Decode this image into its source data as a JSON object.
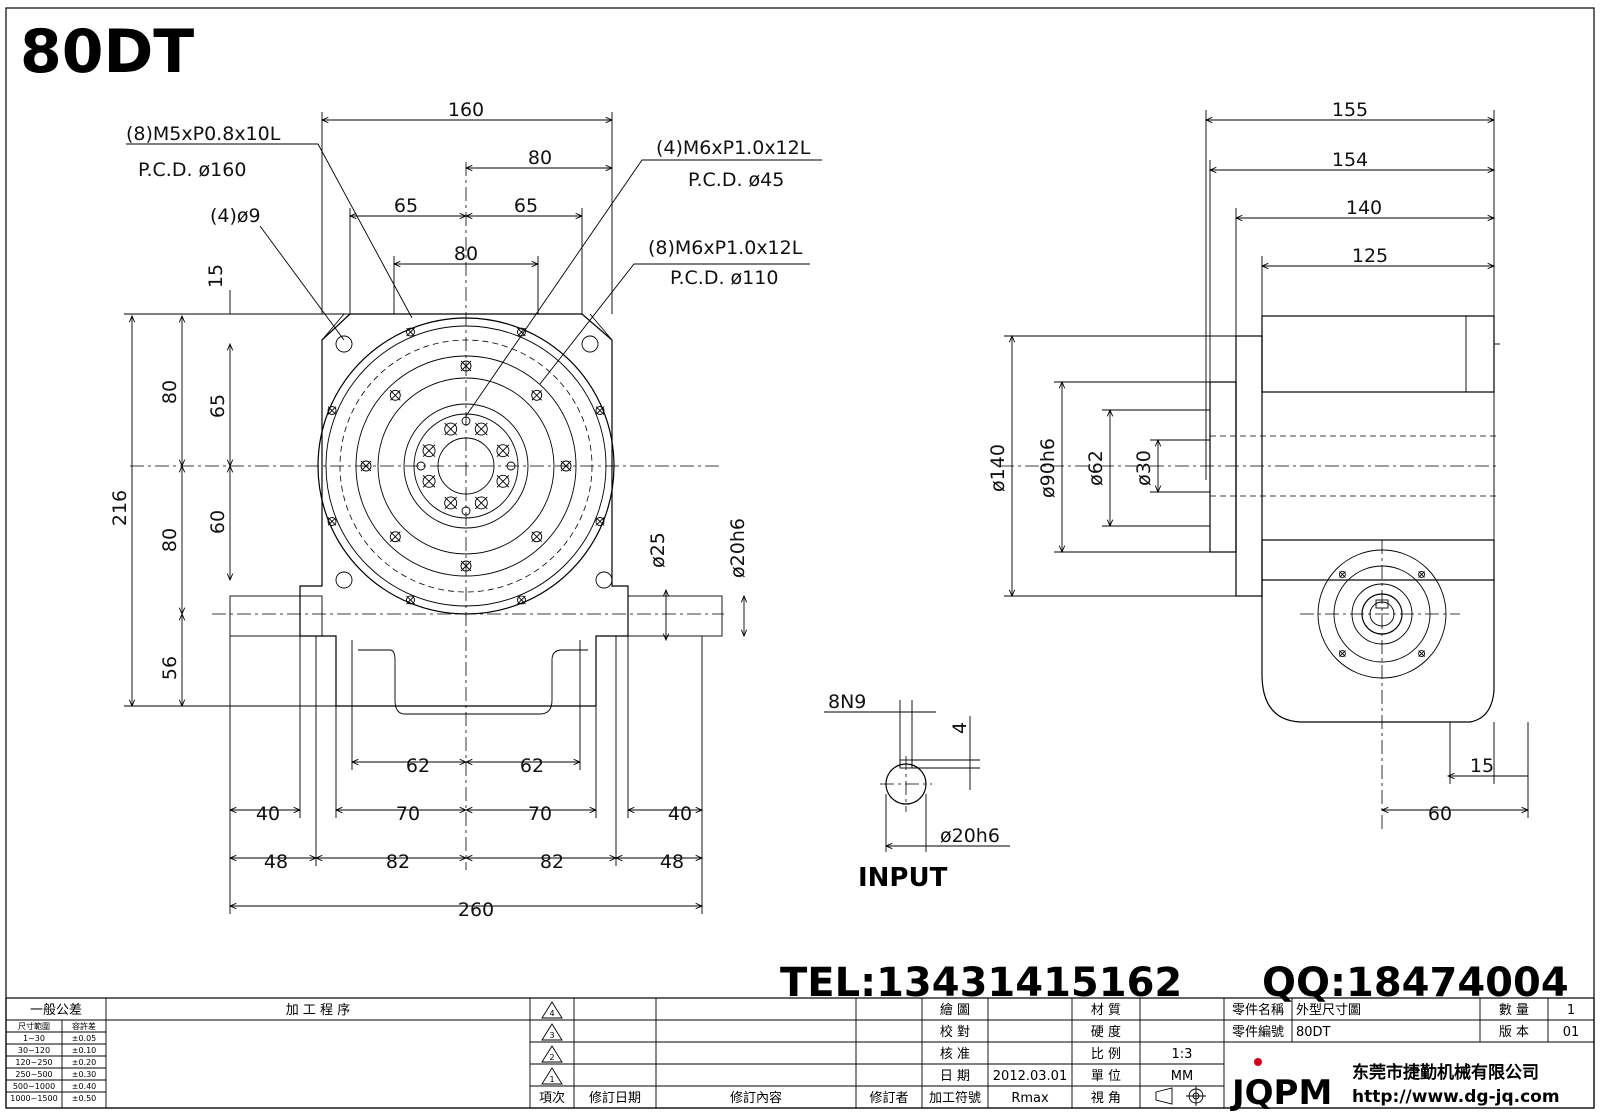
{
  "title": "80DT",
  "callouts": {
    "m5": "(8)M5xP0.8x10L",
    "m5_pcd": "P.C.D. ø160",
    "d9": "(4)ø9",
    "m6a": "(4)M6xP1.0x12L",
    "m6a_pcd": "P.C.D. ø45",
    "m6b": "(8)M6xP1.0x12L",
    "m6b_pcd": "P.C.D. ø110"
  },
  "front_dims": {
    "top_160": "160",
    "top_80": "80",
    "l65": "65",
    "r65": "65",
    "mid_80": "80",
    "v15": "15",
    "v80a": "80",
    "v65": "65",
    "v216": "216",
    "v80b": "80",
    "v60": "60",
    "v56": "56",
    "d25": "ø25",
    "d20h6": "ø20h6",
    "b62l": "62",
    "b62r": "62",
    "b40l": "40",
    "b70l": "70",
    "b70r": "70",
    "b40r": "40",
    "b48l": "48",
    "b82l": "82",
    "b82r": "82",
    "b48r": "48",
    "b260": "260"
  },
  "side_dims": {
    "t155": "155",
    "t154": "154",
    "t140": "140",
    "t125": "125",
    "d140": "ø140",
    "d90": "ø90h6",
    "d62": "ø62",
    "d30": "ø30",
    "s15": "15",
    "s60": "60"
  },
  "input_detail": {
    "key": "8N9",
    "depth": "4",
    "dia": "ø20h6",
    "label": "INPUT"
  },
  "contact": {
    "tel": "TEL:13431415162",
    "qq": "QQ:18474004"
  },
  "title_block": {
    "tolerance_header": "一般公差",
    "process_header": "加 工 程 序",
    "tol_cols": [
      "尺寸範圍",
      "容許差"
    ],
    "tol_rows": [
      [
        "1~30",
        "±0.05"
      ],
      [
        "30~120",
        "±0.10"
      ],
      [
        "120~250",
        "±0.20"
      ],
      [
        "250~500",
        "±0.30"
      ],
      [
        "500~1000",
        "±0.40"
      ],
      [
        "1000~1500",
        "±0.50"
      ]
    ],
    "rev_marks": [
      "4",
      "3",
      "2",
      "1"
    ],
    "rev_cols": [
      "項次",
      "修訂日期",
      "修訂內容",
      "修訂者"
    ],
    "labels_a": [
      "繪 圖",
      "校 對",
      "核 准",
      "日 期",
      "加工符號"
    ],
    "date": "2012.03.01",
    "rmax": "Rmax",
    "labels_b": [
      "材 質",
      "硬 度",
      "比 例",
      "單 位",
      "視 角"
    ],
    "scale": "1:3",
    "unit": "MM",
    "part_name_label": "零件名稱",
    "part_name": "外型尺寸圖",
    "part_no_label": "零件編號",
    "part_no": "80DT",
    "qty_label": "數 量",
    "qty": "1",
    "ver_label": "版 本",
    "ver": "01",
    "logo": "JQPM",
    "company": "东莞市捷勤机械有限公司",
    "url": "http://www.dg-jq.com"
  }
}
